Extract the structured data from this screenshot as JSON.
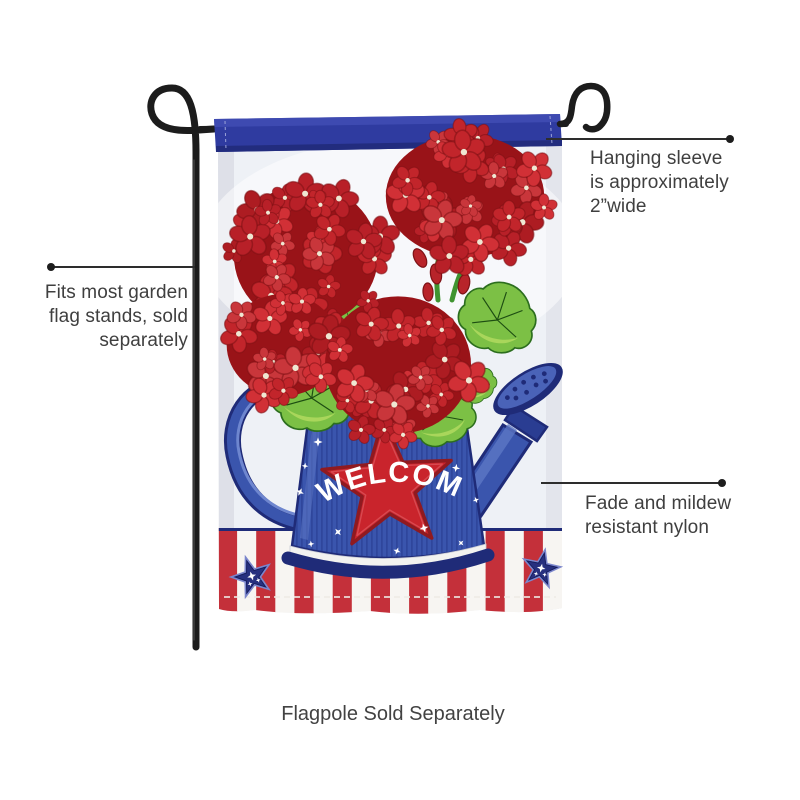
{
  "product": {
    "caption": "Flagpole Sold Separately",
    "flag": {
      "welcome_text": "WELCOME",
      "description": "patriotic geranium watering can garden flag"
    },
    "annotations": {
      "hanging_sleeve": {
        "lines": [
          "Hanging sleeve",
          "is approximately",
          "2”wide"
        ]
      },
      "flag_stand": {
        "lines": [
          "Fits most garden",
          "flag stands, sold",
          "separately"
        ]
      },
      "fabric": {
        "lines": [
          "Fade and mildew",
          "resistant nylon"
        ]
      }
    },
    "colors": {
      "background": "#ffffff",
      "annotation_text": "#3f3f3f",
      "callout_line": "#2d2d2d",
      "pole_black": "#1c1c1c",
      "sleeve_blue": "#2f3ba0",
      "flag_background": "#eef1f6",
      "stripe_red": "#c4303a",
      "navy": "#1f2b78",
      "can_blue": "#3a55ad",
      "star_red": "#c9242c",
      "leaf_green": "#7cc045",
      "flower_red": "#c2252b"
    }
  }
}
